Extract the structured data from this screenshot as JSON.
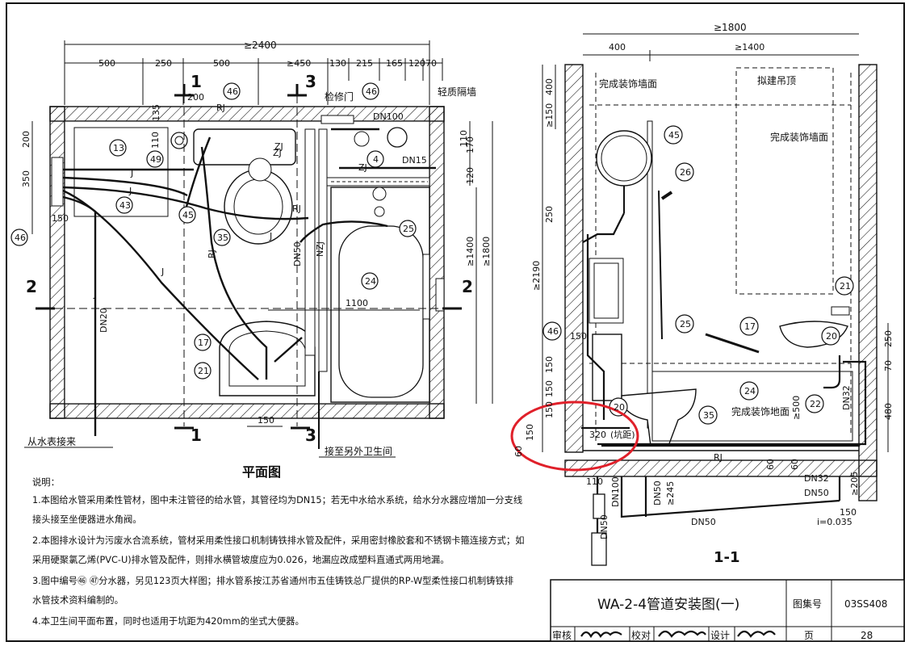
{
  "plan": {
    "title": "平面图",
    "overall_dim": "≥2400",
    "top_dims": [
      "500",
      "250",
      "500",
      "≥450",
      "130",
      "215",
      "165",
      "120",
      "70"
    ],
    "left_dims": [
      "135",
      "200",
      "350",
      "150"
    ],
    "left_dims2": [
      "110"
    ],
    "right_dims": [
      "110",
      "170",
      "120"
    ],
    "right_long_dims": [
      "≥1400",
      "≥1800"
    ],
    "inner_dims": [
      "200",
      "1100",
      "150"
    ],
    "section_marks": [
      "1",
      "3",
      "2",
      "2",
      "1",
      "3"
    ],
    "callouts": [
      "46",
      "46",
      "13",
      "49",
      "43",
      "45",
      "35",
      "4",
      "24",
      "25",
      "17",
      "21",
      "46"
    ],
    "labels": {
      "access_door": "检修门",
      "light_wall": "轻质隔墙",
      "from_meter": "从水表接来",
      "to_other": "接至另外卫生间"
    },
    "pipe_marks": [
      "RJ",
      "ZJ",
      "J",
      "DN100",
      "DN50",
      "DN15",
      "DN20",
      "NZJ",
      "RJ",
      "J",
      "J",
      "J",
      "ZJ",
      "ZJ",
      "RJ",
      "J"
    ]
  },
  "section": {
    "title": "1-1",
    "top_dims": [
      "≥1800",
      "400",
      "≥1400"
    ],
    "left_dims": [
      "400",
      "≥150",
      "250",
      "≥2190",
      "150",
      "150",
      "150",
      "150",
      "150",
      "60",
      "60"
    ],
    "right_dims": [
      "250",
      "70",
      "480"
    ],
    "misc_dims": [
      "≥500",
      "DN32",
      "320",
      "(坑距)",
      "110",
      "DN100",
      "DN50",
      "≥245",
      "DN50",
      "DN32",
      "DN50",
      "≥205",
      "150",
      "i=0.035",
      "DN50",
      "RJ",
      "60"
    ],
    "callouts": [
      "45",
      "26",
      "25",
      "17",
      "24",
      "21",
      "20",
      "22",
      "46",
      "20",
      "35"
    ],
    "labels": {
      "finish_wall_l": "完成装饰墙面",
      "ceiling": "拟建吊顶",
      "finish_wall_r": "完成装饰墙面",
      "finish_floor": "完成装饰地面"
    }
  },
  "notes": {
    "heading": "说明：",
    "lines": [
      "1.本图给水管采用柔性管材，图中未注管径的给水管，其管径均为DN15；若无中水给水系统，给水分水器应增加一分支线",
      "接头接至坐便器进水角阀。",
      "2.本图排水设计为污废水合流系统，管材采用柔性接口机制铸铁排水管及配件，采用密封橡胶套和不锈钢卡箍连接方式；如",
      "采用硬聚氯乙烯(PVC-U)排水管及配件，则排水横管坡度应为0.026，地漏应改成塑料直通式两用地漏。",
      "3.图中编号㊻ ㊼分水器，另见123页大样图；排水管系按江苏省通州市五佳铸铁总厂提供的RP-W型柔性接口机制铸铁排",
      "水管技术资料编制的。",
      "4.本卫生间平面布置，同时也适用于坑距为420mm的坐式大便器。"
    ]
  },
  "title_block": {
    "drawing_title": "WA-2-4管道安装图(一)",
    "atlas_label": "图集号",
    "atlas_no": "03SS408",
    "review_label": "审核",
    "check_label": "校对",
    "design_label": "设计",
    "page_label": "页",
    "page_no": "28"
  },
  "colors": {
    "line": "#111111",
    "paper": "#ffffff",
    "highlight": "#e0202a"
  }
}
